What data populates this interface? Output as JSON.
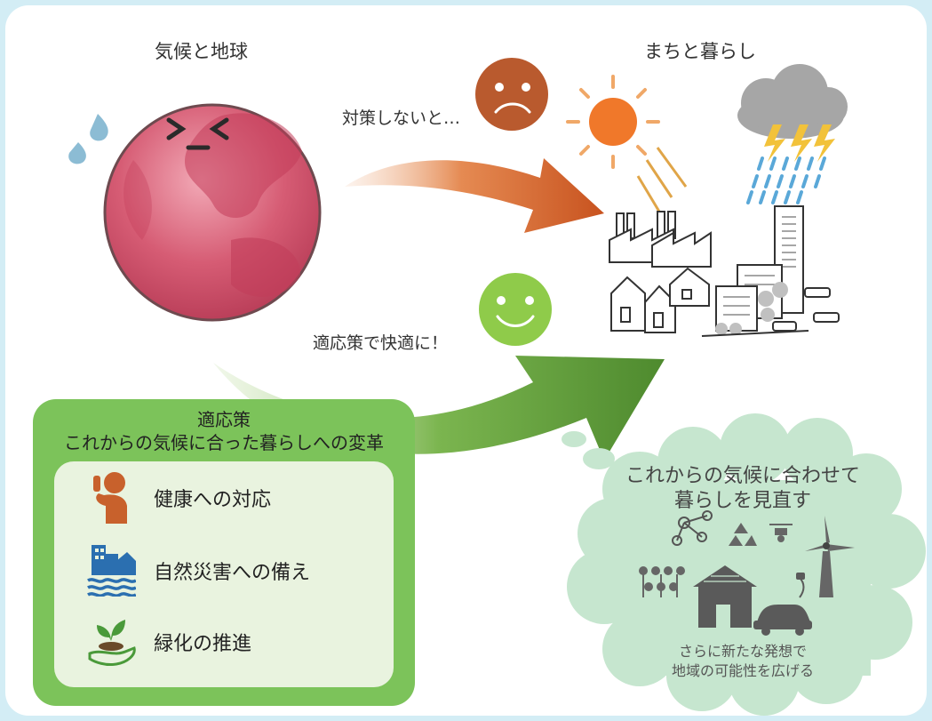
{
  "headings": {
    "climate_earth": "気候と地球",
    "town_life": "まちと暮らし"
  },
  "paths": {
    "no_action": "対策しないと…",
    "with_adaptation": "適応策で快適に！"
  },
  "adaptation": {
    "title_line1": "適応策",
    "title_line2": "これからの気候に合った暮らしへの変革",
    "items": [
      {
        "label": "健康への対応",
        "icon": "health-person-icon"
      },
      {
        "label": "自然災害への備え",
        "icon": "flood-buildings-icon"
      },
      {
        "label": "緑化の推進",
        "icon": "sprout-hand-icon"
      }
    ]
  },
  "cloud": {
    "title_line1": "これからの気候に合わせて",
    "title_line2": "暮らしを見直す",
    "sub_line1": "さらに新たな発想で",
    "sub_line2": "地域の可能性を広げる",
    "icons": [
      "network-icon",
      "recycle-icon",
      "drone-icon",
      "wind-turbine-icon",
      "crops-icon",
      "solar-house-icon",
      "electric-car-icon"
    ]
  },
  "colors": {
    "background": "#d3edf5",
    "earth": "#c84a62",
    "bad_arrow": "#d86a2c",
    "good_arrow": "#5e9c3a",
    "adaptation_box": "#7cc35a",
    "cloud": "#c6e6cf",
    "sad_face": "#b95a2e",
    "happy_face": "#8fcb4a",
    "sun": "#f0782a"
  }
}
